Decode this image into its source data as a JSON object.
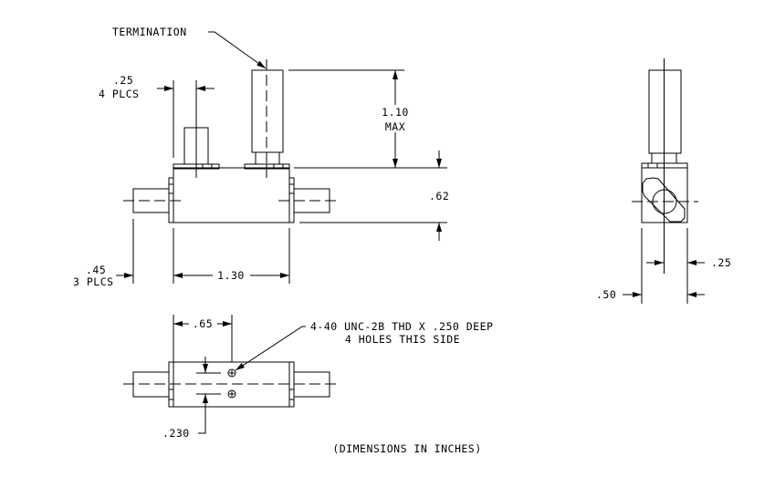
{
  "front_view": {
    "termination_label": "TERMINATION",
    "dim_height_value": "1.10",
    "dim_height_note": "MAX",
    "dim_body_height": ".62",
    "dim_connector_width_value": ".25",
    "dim_connector_width_note": "4 PLCS",
    "dim_length": "1.30",
    "dim_connector_length_value": ".45",
    "dim_connector_length_note": "3 PLCS"
  },
  "bottom_view": {
    "dim_hole_position": ".65",
    "thread_note_line1": "4-40 UNC-2B THD X .250 DEEP",
    "thread_note_line2": "4 HOLES THIS SIDE",
    "dim_hole_spacing": ".230"
  },
  "side_view": {
    "dim_center": ".25",
    "dim_width": ".50"
  },
  "footer_note": "(DIMENSIONS IN INCHES)"
}
